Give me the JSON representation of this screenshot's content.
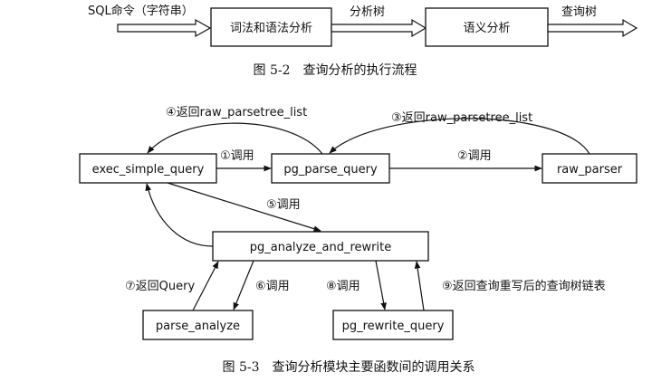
{
  "figure_5_2": {
    "input_label": "SQL命令（字符串）",
    "box_lexical": "词法和语法分析",
    "arrow_parse_tree": "分析树",
    "box_semantic": "语义分析",
    "arrow_query_tree": "查询树",
    "caption": "图 5-2　查询分析的执行流程"
  },
  "figure_5_3": {
    "nodes": {
      "exec_simple_query": "exec_simple_query",
      "pg_parse_query": "pg_parse_query",
      "raw_parser": "raw_parser",
      "pg_analyze_and_rewrite": "pg_analyze_and_rewrite",
      "parse_analyze": "parse_analyze",
      "pg_rewrite_query": "pg_rewrite_query"
    },
    "edges": {
      "e1": "①调用",
      "e2": "②调用",
      "e3": "③返回raw_parsetree_list",
      "e4": "④返回raw_parsetree_list",
      "e5": "⑤调用",
      "e6": "⑥调用",
      "e7": "⑦返回Query",
      "e8": "⑧调用",
      "e9": "⑨返回查询重写后的查询树链表"
    },
    "caption": "图 5-3　查询分析模块主要函数间的调用关系"
  }
}
